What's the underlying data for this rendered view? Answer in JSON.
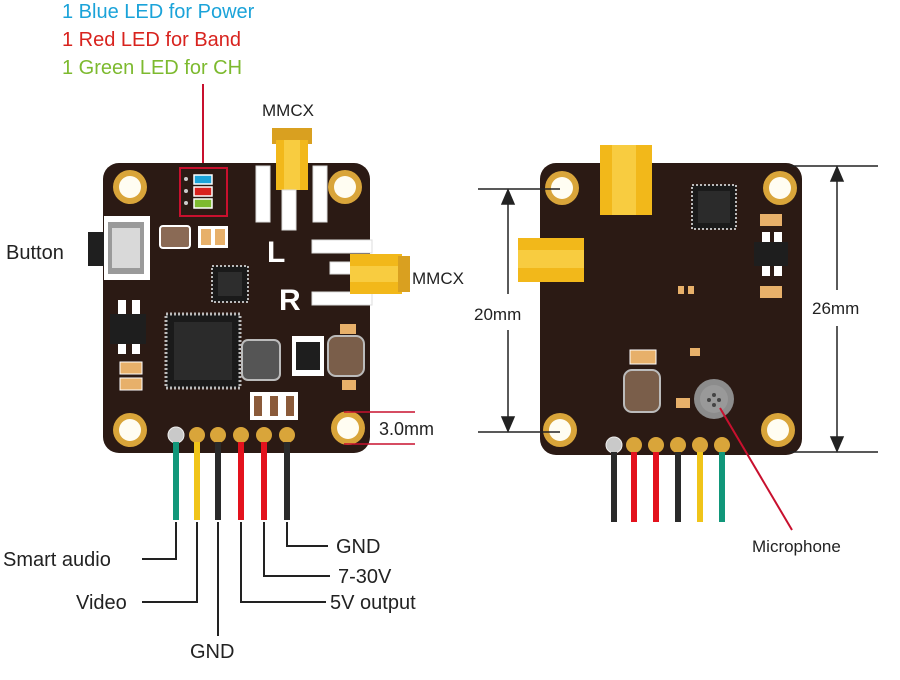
{
  "legend": {
    "blue": "1 Blue LED for Power",
    "red": "1 Red LED for Band",
    "green": "1 Green LED for CH"
  },
  "front": {
    "mmcx_top": "MMCX",
    "mmcx_right": "MMCX",
    "button": "Button",
    "silk_l": "L",
    "silk_r": "R",
    "hole_size": "3.0mm"
  },
  "pins": {
    "gnd_right": "GND",
    "power_in": "7-30V",
    "output_5v": "5V output",
    "smart_audio": "Smart audio",
    "video": "Video",
    "gnd_bottom": "GND"
  },
  "back": {
    "mount_spacing": "20mm",
    "board_size": "26mm",
    "microphone": "Microphone"
  },
  "colors": {
    "board": "#2b1a14",
    "pad": "#d9a53a",
    "connector": "#f2b81a",
    "wire_green": "#11977a",
    "wire_yellow": "#f0c419",
    "wire_red": "#e3121d",
    "wire_black": "#2a2a2a",
    "legend_blue": "#1ba3d9",
    "legend_red": "#d8231e",
    "legend_green": "#7dba2f",
    "callout_red": "#c8102e"
  }
}
